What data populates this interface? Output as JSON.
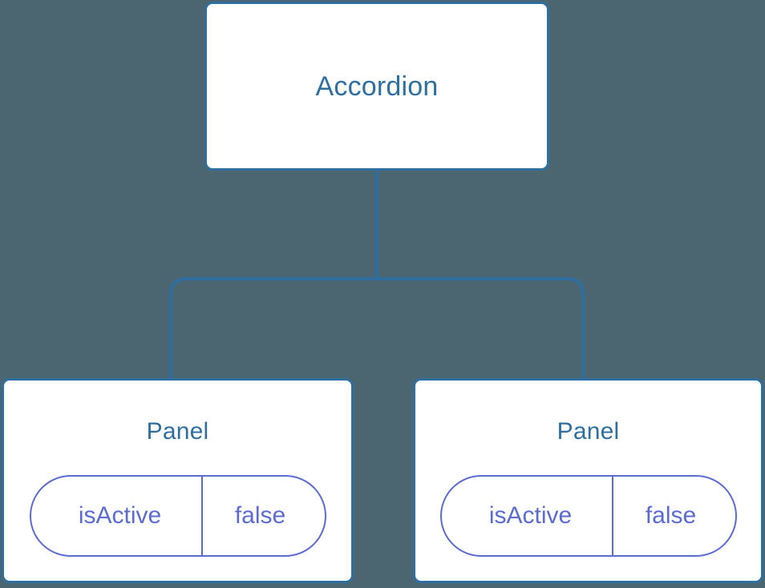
{
  "diagram": {
    "type": "component-tree",
    "background_color": "#4b6670",
    "node_border_color": "#2f6f9f",
    "node_fill_color": "#ffffff",
    "node_label_color": "#2f6f9f",
    "prop_color": "#5c6bd0",
    "connector_color": "#2f6f9f",
    "root": {
      "label": "Accordion"
    },
    "children": [
      {
        "label": "Panel",
        "prop": {
          "key": "isActive",
          "value": "false"
        }
      },
      {
        "label": "Panel",
        "prop": {
          "key": "isActive",
          "value": "false"
        }
      }
    ]
  }
}
